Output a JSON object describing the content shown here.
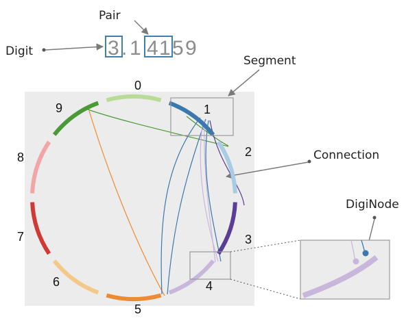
{
  "annotations": {
    "pair": "Pair",
    "digit": "Digit",
    "segment": "Segment",
    "connection": "Connection",
    "diginode": "DigiNode"
  },
  "pi_sequence": [
    "3",
    ".",
    "1",
    "4",
    "1",
    "5",
    "9"
  ],
  "segment_labels": [
    "0",
    "1",
    "2",
    "3",
    "4",
    "5",
    "6",
    "7",
    "8",
    "9"
  ],
  "colors": {
    "d0": "#b8dc95",
    "d1": "#3a78ad",
    "d2": "#a9cbe4",
    "d3": "#5a3d96",
    "d4": "#c9b7db",
    "d5": "#ee8a33",
    "d6": "#f4c987",
    "d7": "#cf3a34",
    "d8": "#f0a6a4",
    "d9": "#4c9a36",
    "panel": "#ececec",
    "highlight_box": "#3d7fb0",
    "callout_box": "#999999"
  }
}
